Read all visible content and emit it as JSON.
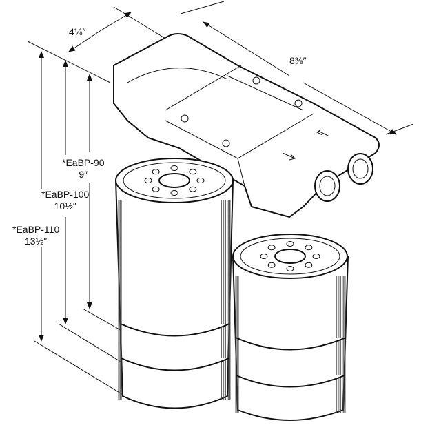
{
  "dimensions": {
    "width_label": "4⅛″",
    "length_label": "8⅜″",
    "heights": [
      {
        "model": "*EaBP-90",
        "height": "9″"
      },
      {
        "model": "*EaBP-100",
        "height": "10½″"
      },
      {
        "model": "*EaBP-110",
        "height": "13½″"
      }
    ]
  }
}
